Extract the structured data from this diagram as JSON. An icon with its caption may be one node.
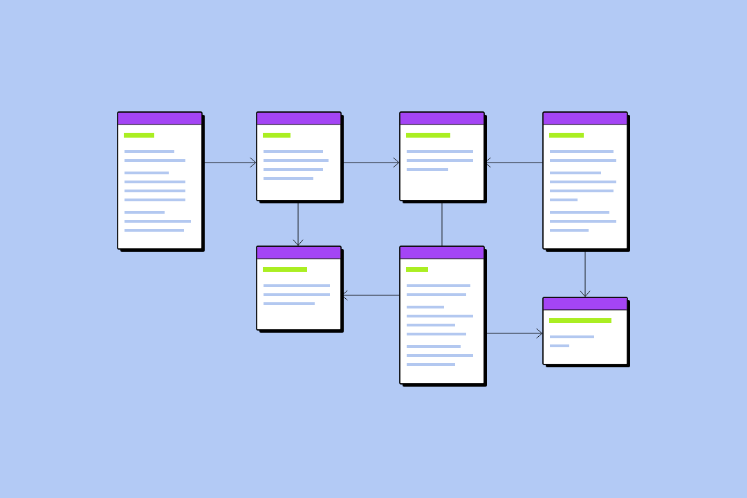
{
  "diagram": {
    "nodes": [
      {
        "text": [],
        "shape": "box"
      },
      {
        "text": [],
        "shape": "box"
      },
      {
        "text": [],
        "shape": "box"
      },
      {
        "text": [],
        "shape": "box"
      },
      {
        "text": [],
        "shape": "box"
      },
      {
        "text": [],
        "shape": "box"
      },
      {
        "text": [],
        "shape": "box"
      }
    ],
    "edges": [
      {
        "from": 0,
        "to": 1,
        "arrow": "to"
      },
      {
        "from": 1,
        "to": 2,
        "arrow": "to"
      },
      {
        "from": 3,
        "to": 2,
        "arrow": "to"
      },
      {
        "from": 1,
        "to": 4,
        "arrow": "to"
      },
      {
        "from": 2,
        "to": 5,
        "arrow": "none"
      },
      {
        "from": 5,
        "to": 4,
        "arrow": "to"
      },
      {
        "from": 5,
        "to": 6,
        "arrow": "to"
      },
      {
        "from": 3,
        "to": 6,
        "arrow": "to"
      }
    ]
  }
}
